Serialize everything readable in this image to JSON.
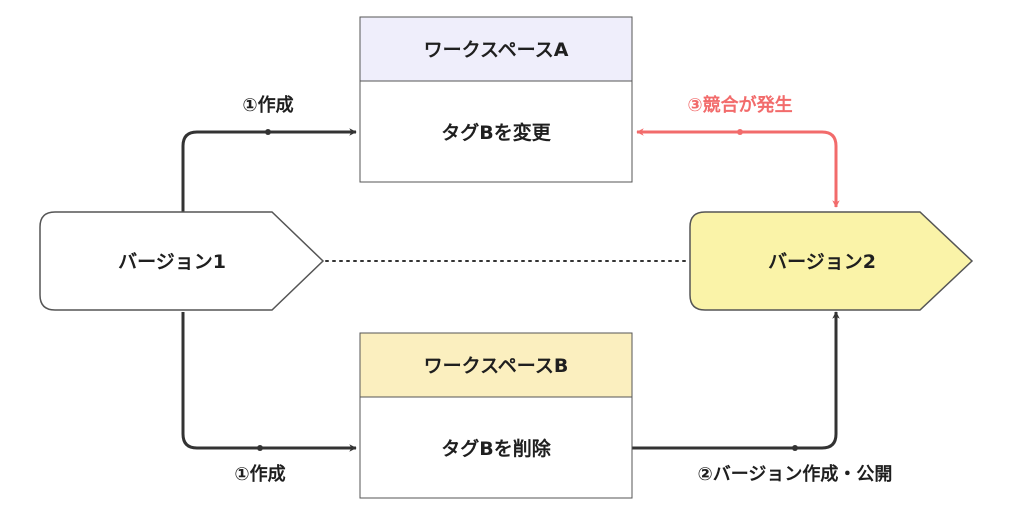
{
  "colors": {
    "edge": "#333333",
    "conflict": "#f26b6b",
    "workspace_a_header": "#efeefb",
    "workspace_b_header": "#fbefbf",
    "version2_fill": "#faf3a8",
    "version1_fill": "#ffffff",
    "border": "#555555"
  },
  "nodes": {
    "version1": {
      "label": "バージョン1"
    },
    "version2": {
      "label": "バージョン2"
    },
    "workspace_a": {
      "title": "ワークスペースA",
      "body": "タグBを変更"
    },
    "workspace_b": {
      "title": "ワークスペースB",
      "body": "タグBを削除"
    }
  },
  "edges": {
    "create_a": {
      "label": "①作成"
    },
    "create_b": {
      "label": "①作成"
    },
    "publish": {
      "label": "②バージョン作成・公開"
    },
    "conflict": {
      "label": "③競合が発生"
    }
  }
}
